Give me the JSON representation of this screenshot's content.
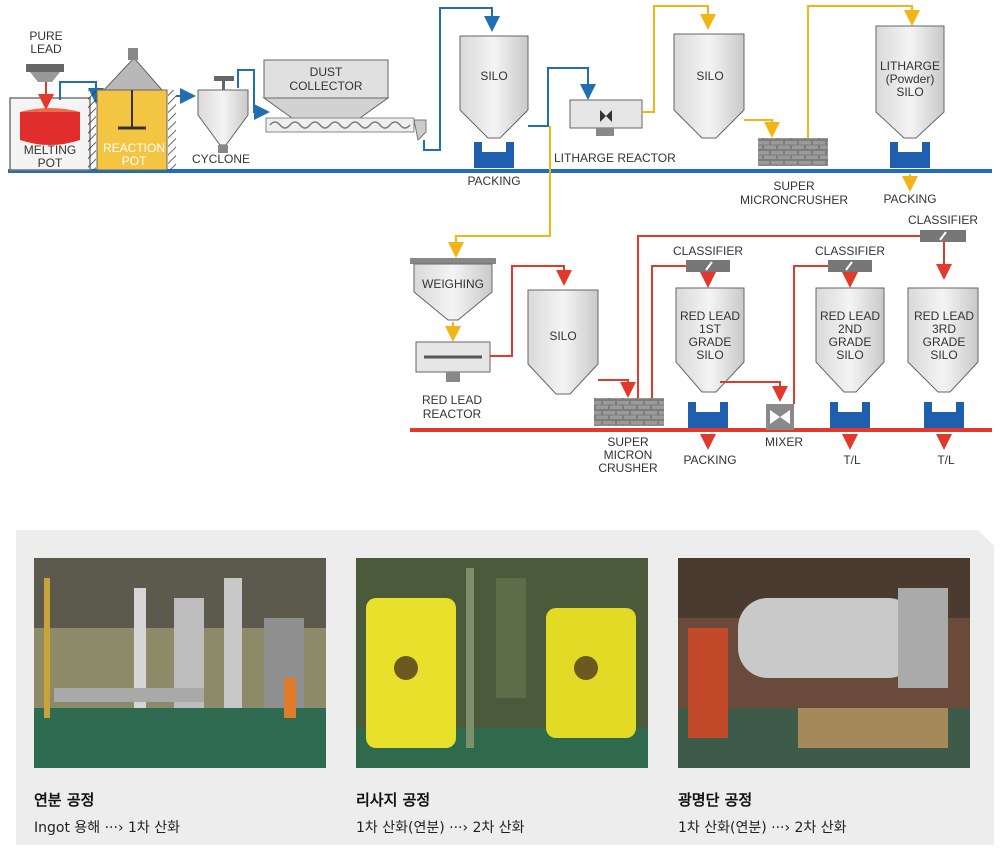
{
  "diagram": {
    "colors": {
      "blue": "#1f6fb2",
      "yellow": "#f2b417",
      "red": "#e13a2c",
      "reactor": "#f3c542",
      "line_gray": "#8a8a8a"
    },
    "labels": {
      "pure_lead_1": "PURE",
      "pure_lead_2": "LEAD",
      "melting_1": "MELTING",
      "melting_2": "POT",
      "reaction_1": "REACTION",
      "reaction_2": "POT",
      "cyclone": "CYCLONE",
      "dust_1": "DUST",
      "dust_2": "COLLECTOR",
      "silo_a": "SILO",
      "packing_a": "PACKING",
      "litharge_reactor": "LITHARGE REACTOR",
      "silo_b": "SILO",
      "smc_a_1": "SUPER",
      "smc_a_2": "MICRONCRUSHER",
      "lsilo_1": "LITHARGE",
      "lsilo_2": "(Powder)",
      "lsilo_3": "SILO",
      "packing_b": "PACKING",
      "classifier_top": "CLASSIFIER",
      "weighing": "WEIGHING",
      "rlr_1": "RED LEAD",
      "rlr_2": "REACTOR",
      "silo_c": "SILO",
      "smc_b_1": "SUPER",
      "smc_b_2": "MICRON",
      "smc_b_3": "CRUSHER",
      "classifier_1": "CLASSIFIER",
      "classifier_2": "CLASSIFIER",
      "rl1_1": "RED LEAD",
      "rl1_2": "1ST",
      "rl1_3": "GRADE",
      "rl1_4": "SILO",
      "rl2_1": "RED LEAD",
      "rl2_2": "2ND",
      "rl2_3": "GRADE",
      "rl2_4": "SILO",
      "rl3_1": "RED LEAD",
      "rl3_2": "3RD",
      "rl3_3": "GRADE",
      "rl3_4": "SILO",
      "packing_c": "PACKING",
      "mixer": "MIXER",
      "tl_1": "T/L",
      "tl_2": "T/L"
    }
  },
  "photos": [
    {
      "title": "연분 공정",
      "subtitle": "Ingot 용해 ···› 1차 산화",
      "scene": "factory-hall-photo"
    },
    {
      "title": "리사지 공정",
      "subtitle": "1차 산화(연분) ···› 2차 산화",
      "scene": "yellow-reactors-photo"
    },
    {
      "title": "광명단 공정",
      "subtitle": "1차 산화(연분) ···› 2차 산화",
      "scene": "rotary-kiln-photo"
    }
  ]
}
